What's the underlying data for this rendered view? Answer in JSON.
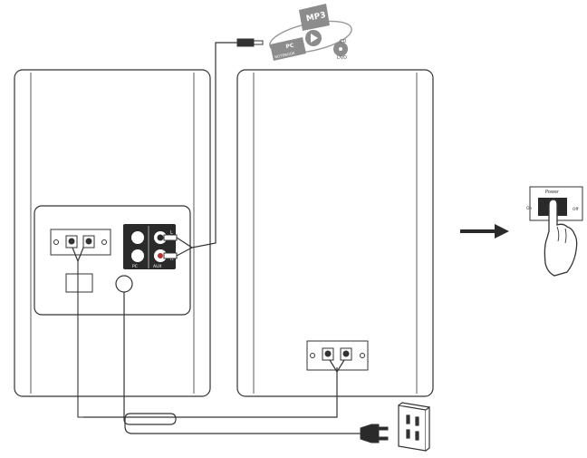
{
  "media_badges": {
    "mp3": "MP3",
    "pc": "PC",
    "pc_sub": "NOTEBOOK",
    "cd": "CD",
    "dvd": "DVD"
  },
  "input_panel": {
    "channel_l": "L",
    "channel_r": "R",
    "pc_label": "PC",
    "aux_label": "AUX"
  },
  "power_switch": {
    "title": "Power",
    "on_label": "On",
    "off_label": "Off"
  },
  "colors": {
    "line": "#333333",
    "fill_dark": "#2a2a2a",
    "badge_gray": "#8c8c8c",
    "background": "#ffffff"
  }
}
